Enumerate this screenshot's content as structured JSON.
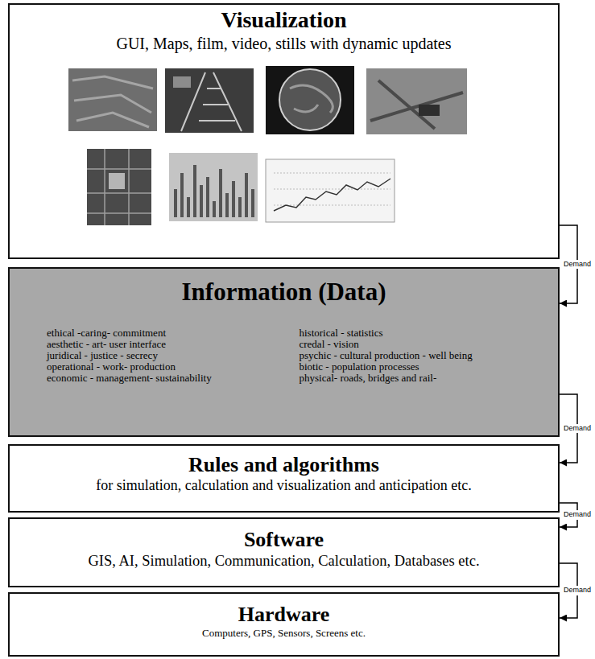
{
  "diagram": {
    "nodes": [
      {
        "text": [
          "Visualization",
          "GUI, Maps, film, video, stills with dynamic updates"
        ]
      },
      {
        "text": [
          "Information (Data)",
          "ethical -caring- commitment",
          "aesthetic - art- user interface",
          "juridical - justice - secrecy",
          "operational - work- production",
          "economic - management- sustainability",
          "historical - statistics",
          "credal - vision",
          "psychic - cultural production - well being",
          "biotic - population processes",
          "physical- roads, bridges and rail-"
        ]
      },
      {
        "text": [
          "Rules and algorithms",
          "for simulation, calculation and visualization and anticipation etc."
        ]
      },
      {
        "text": [
          "Software",
          "GIS, AI, Simulation, Communication, Calculation, Databases etc."
        ]
      },
      {
        "text": [
          "Hardware",
          "Computers, GPS, Sensors, Screens etc."
        ]
      }
    ],
    "edges": [
      {
        "from": 0,
        "to": 1,
        "label": "Demand",
        "arrow": "to"
      },
      {
        "from": 1,
        "to": 2,
        "label": "Demand",
        "arrow": "to"
      },
      {
        "from": 2,
        "to": 3,
        "label": "Demand",
        "arrow": "to"
      },
      {
        "from": 3,
        "to": 4,
        "label": "Demand",
        "arrow": "to"
      }
    ]
  }
}
